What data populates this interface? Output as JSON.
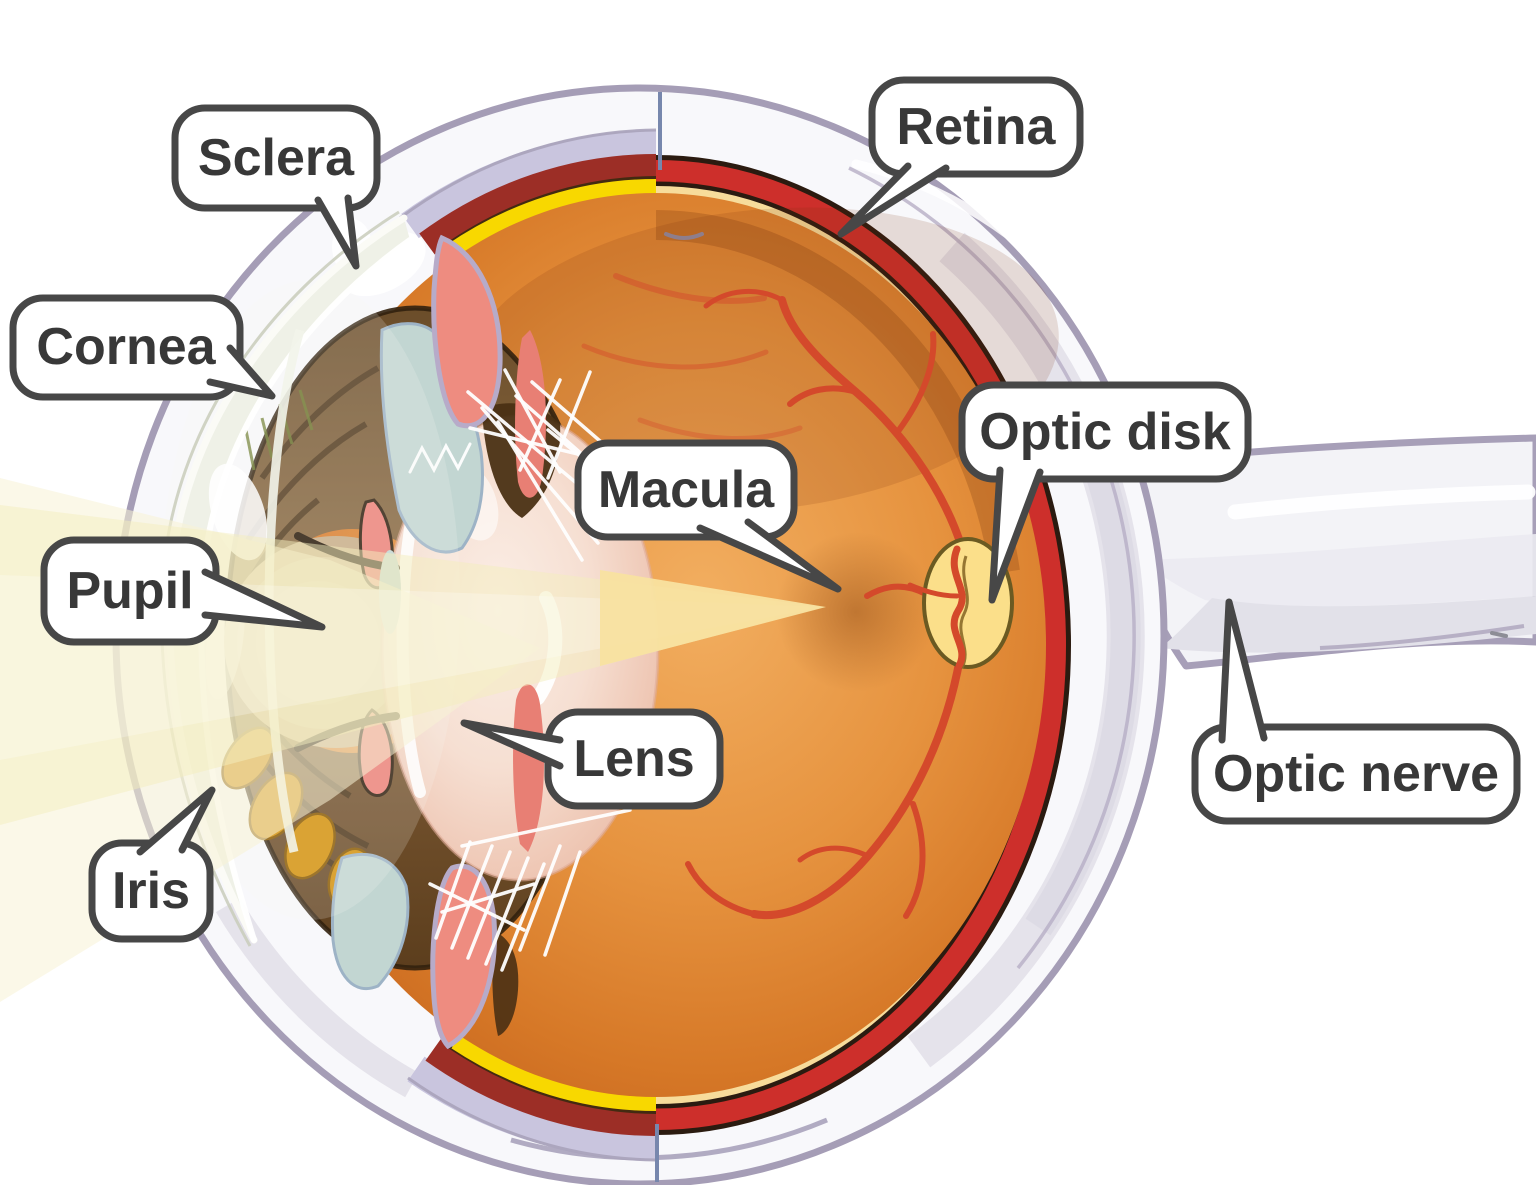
{
  "diagram": {
    "subject": "Eye anatomy cross-section"
  },
  "labels": {
    "sclera": "Sclera",
    "cornea": "Cornea",
    "pupil": "Pupil",
    "iris": "Iris",
    "lens": "Lens",
    "macula": "Macula",
    "retina": "Retina",
    "optic_disk": "Optic disk",
    "optic_nerve": "Optic nerve"
  },
  "palette": {
    "sclera_outline": "#a59db6",
    "sclera_cut_band": "#c9c5de",
    "choroid_red": "#cd2f2b",
    "choroid_dark_red": "#9c2e26",
    "retina_cream": "#f7dc9b",
    "retina_yellow": "#f8d800",
    "vitreous_orange": "#dd7f2e",
    "vessel_red": "#d4492b",
    "optic_disk_yellow": "#fbdf8a",
    "iris_brown": "#7d5a34",
    "iris_amber": "#d4900a",
    "ciliary_pink": "#ee8c80",
    "lens_pink": "#f2cdbd",
    "aqueous_blue": "#c2d6d2",
    "beam_yellow": "#f4edbe",
    "bubble_border": "#474747",
    "label_text": "#383838"
  }
}
